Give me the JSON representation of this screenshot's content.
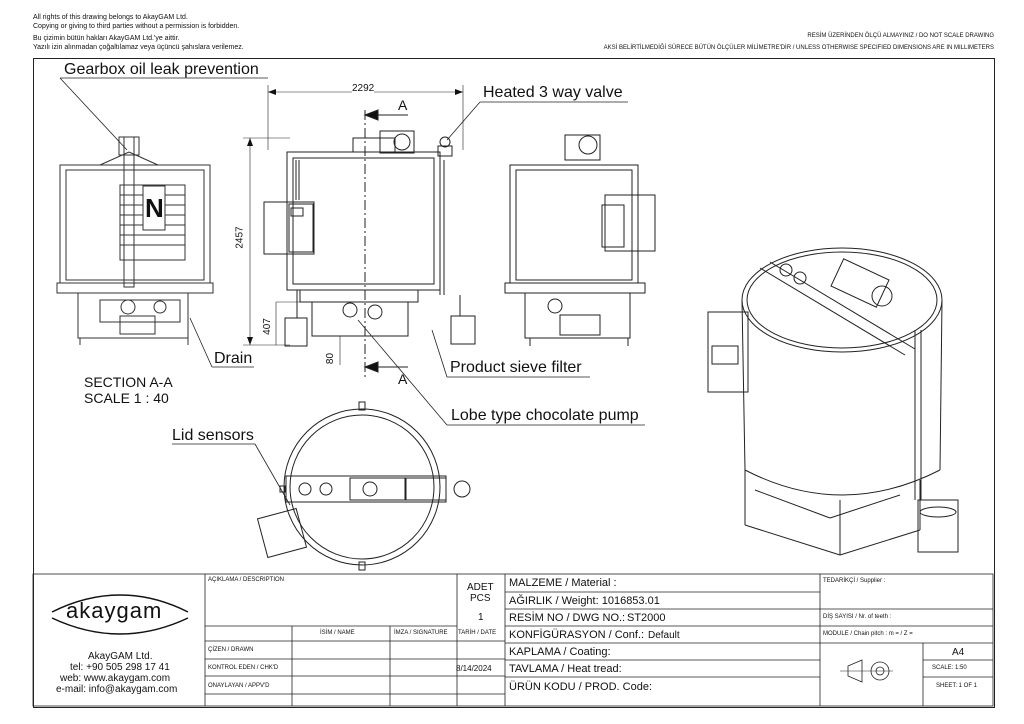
{
  "header": {
    "rights_line1": "All rights of this drawing belongs to AkayGAM Ltd.",
    "rights_line2": "Copying or giving to third parties without a permission is forbidden.",
    "rights_line3": "Bu çizimin bütün hakları AkayGAM Ltd.'ye aittir.",
    "rights_line4": "Yazılı izin alınmadan çoğaltılamaz veya üçüncü şahıslara verilemez.",
    "no_scale": "RESİM ÜZERİNDEN ÖLÇÜ ALMAYINIZ / DO NOT SCALE DRAWING",
    "units": "AKSİ BELİRTİLMEDİĞİ SÜRECE BÜTÜN ÖLÇÜLER MİLİMETRE'DİR / UNLESS OTHERWISE SPECIFIED DIMENSIONS ARE IN MILLIMETERS"
  },
  "callouts": {
    "gearbox": "Gearbox oil leak prevention",
    "heated_valve": "Heated 3 way valve",
    "drain": "Drain",
    "sieve_filter": "Product sieve filter",
    "lobe_pump": "Lobe type chocolate pump",
    "lid_sensors": "Lid sensors"
  },
  "section": {
    "title": "SECTION A-A",
    "scale": "SCALE 1 : 40",
    "marker": "A",
    "marker_bottom": "A",
    "panel_letter": "N"
  },
  "dimensions": {
    "width": "2292",
    "height": "2457",
    "base": "407",
    "foot": "80"
  },
  "title_block": {
    "company": "akaygam",
    "company_name": "AkayGAM Ltd.",
    "tel": "tel: +90 505 298 17 41",
    "web": "web: www.akaygam.com",
    "email": "e-mail: info@akaygam.com",
    "description_label": "AÇIKLAMA / DESCRIPTION",
    "qty_label_1": "ADET",
    "qty_label_2": "PCS",
    "qty_value": "1",
    "name_label": "İSİM / NAME",
    "signature_label": "İMZA / SIGNATURE",
    "date_label": "TARİH / DATE",
    "drawn_label": "ÇİZEN / DRAWN",
    "checked_label": "KONTROL EDEN / CHK'D",
    "approved_label": "ONAYLAYAN / APPV'D",
    "date_value": "8/14/2024",
    "material_label": "MALZEME / Material :",
    "weight": "AĞIRLIK / Weight: 1016853.01",
    "dwg_label": "RESİM NO / DWG NO.:",
    "dwg_value": "ST2000",
    "conf_label": "KONFİGÜRASYON / Conf.:",
    "conf_value": "Default",
    "coating_label": "KAPLAMA / Coating:",
    "heat_label": "TAVLAMA / Heat tread:",
    "prod_label": "ÜRÜN KODU / PROD. Code:",
    "supplier_label": "TEDARİKÇİ / Supplier :",
    "teeth_label": "DİŞ SAYISI / Nr. of teeth :",
    "module_label": "MODULE / Chain pitch : m = / Z =",
    "paper": "A4",
    "scale": "SCALE: 1:50",
    "sheet": "SHEET: 1 OF 1"
  }
}
